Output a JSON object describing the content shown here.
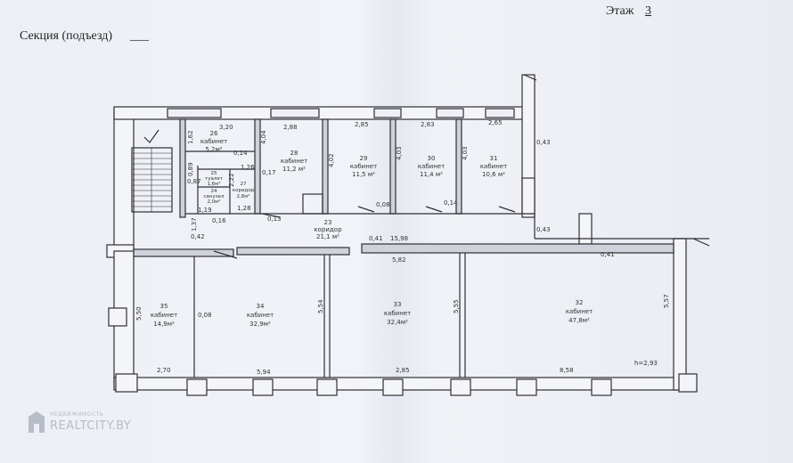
{
  "header": {
    "floor_label": "Этаж",
    "floor_number": "3",
    "section_label": "Секция (подъезд)",
    "section_blank": "___"
  },
  "rooms": [
    {
      "num": "26",
      "type": "кабинет",
      "area": "5,2м²"
    },
    {
      "num": "28",
      "type": "кабинет",
      "area": "11,2 м²"
    },
    {
      "num": "29",
      "type": "кабинет",
      "area": "11,5 м²"
    },
    {
      "num": "30",
      "type": "кабинет",
      "area": "11,4 м²"
    },
    {
      "num": "31",
      "type": "кабинет",
      "area": "10,6 м²"
    },
    {
      "num": "25",
      "type": "туалет",
      "area": "1,6м²"
    },
    {
      "num": "27",
      "type": "коридор",
      "area": "2,8м²"
    },
    {
      "num": "24",
      "type": "санузел",
      "area": "2,0м²"
    },
    {
      "num": "23",
      "type": "коридор",
      "area": "21,1 м²"
    },
    {
      "num": "35",
      "type": "кабинет",
      "area": "14,9м²"
    },
    {
      "num": "34",
      "type": "кабинет",
      "area": "32,9м²"
    },
    {
      "num": "33",
      "type": "кабинет",
      "area": "32,4м²"
    },
    {
      "num": "32",
      "type": "кабинет",
      "area": "47,8м²"
    }
  ],
  "dimensions": {
    "d_320": "3,20",
    "d_288": "2,88",
    "d_285a": "2,85",
    "d_283": "2,83",
    "d_265": "2,65",
    "d_043a": "0,43",
    "d_043b": "0,43",
    "d_041a": "0,41",
    "d_041b": "0,41",
    "d_1598": "15,98",
    "d_582": "5,82",
    "d_042": "0,42",
    "d_137": "1,37",
    "d_016": "0,16",
    "d_013": "0,13",
    "d_008a": "0,08",
    "d_014a": "0,14",
    "d_014b": "0,14",
    "d_126": "1,26",
    "d_017": "0,17",
    "d_128": "1,28",
    "d_222": "2,22",
    "d_119": "1,19",
    "d_087": "0,87",
    "d_089": "0,89",
    "d_402a": "4,02",
    "d_403a": "4,03",
    "d_403b": "4,03",
    "d_404": "4,04",
    "d_162": "1,62",
    "d_550": "5,50",
    "d_008b": "0,08",
    "d_554": "5,54",
    "d_555": "5,55",
    "d_557": "5,57",
    "d_270": "2,70",
    "d_594": "5,94",
    "d_285b": "2,85",
    "d_858": "8,58",
    "d_h": "h=2,93"
  },
  "watermarks": {
    "small": "НЕДВИЖИМОСТЬ",
    "big": "REALTCITY.BY"
  },
  "colors": {
    "line": "#2f2f35",
    "paper": "#eef0f6",
    "hatch": "#555"
  }
}
